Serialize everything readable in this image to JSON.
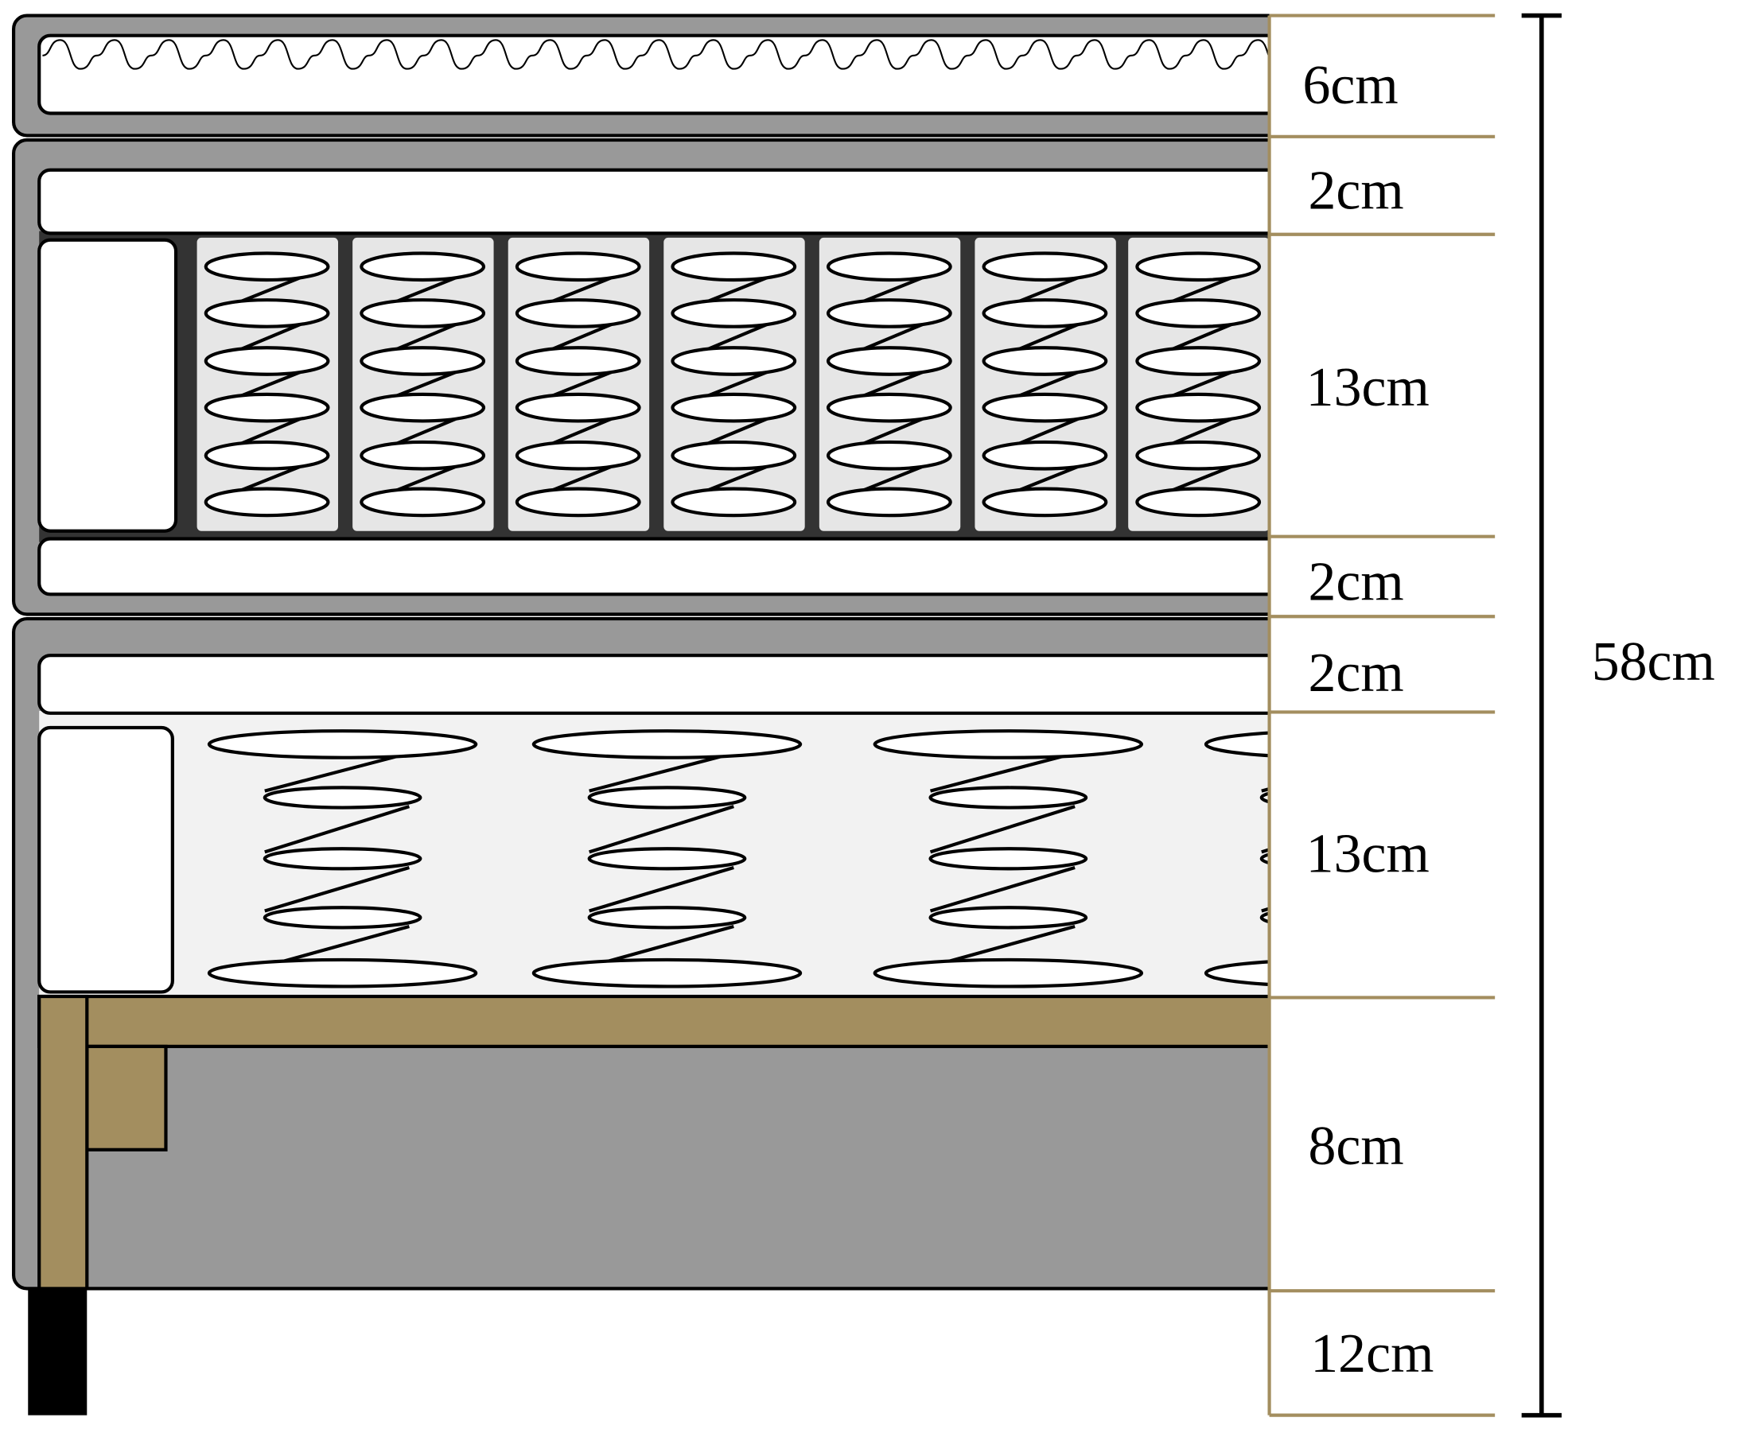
{
  "colors": {
    "cover": "#999999",
    "pocket_bg": "#333333",
    "pocket": "#e6e6e6",
    "bonnell_bg": "#f2f2f2",
    "wood": "#a38e5f",
    "outline": "#000000"
  },
  "layers": [
    {
      "name": "topper",
      "label": "6cm"
    },
    {
      "name": "upper-comfort",
      "label": "2cm"
    },
    {
      "name": "pocket-springs",
      "label": "13cm"
    },
    {
      "name": "lower-comfort",
      "label": "2cm"
    },
    {
      "name": "box-top-comfort",
      "label": "2cm"
    },
    {
      "name": "bonnell-springs",
      "label": "13cm"
    },
    {
      "name": "frame",
      "label": "8cm"
    },
    {
      "name": "legs",
      "label": "12cm"
    }
  ],
  "total_height": "58cm"
}
